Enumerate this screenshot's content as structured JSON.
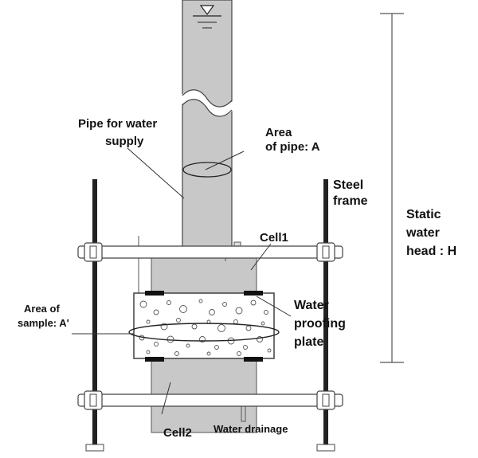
{
  "labels": {
    "pipe": [
      "Pipe for water",
      "supply"
    ],
    "pipe_area": [
      "Area",
      "of pipe: A"
    ],
    "steel_frame": [
      "Steel",
      "frame"
    ],
    "static_head": [
      "Static",
      "water",
      "head : H"
    ],
    "cell1": "Cell1",
    "sample_area": [
      "Area of",
      "sample: A'"
    ],
    "waterproofing": [
      "Water",
      "proofing",
      "plate"
    ],
    "cell2": "Cell2",
    "drainage": "Water drainage"
  },
  "colors": {
    "gray_fill": "#c8c8c8",
    "stroke": "#333333",
    "frame": "#222222",
    "white": "#ffffff"
  }
}
